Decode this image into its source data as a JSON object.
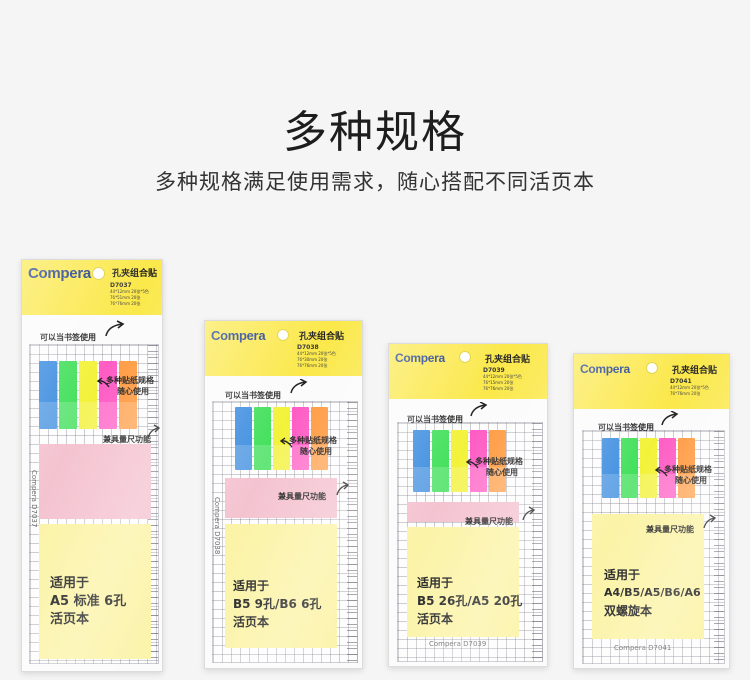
{
  "heading": "多种规格",
  "subheading": "多种规格满足使用需求，随心搭配不同活页本",
  "colors": {
    "blue": "#3f8ee0",
    "green": "#43e05c",
    "yellow": "#f3f23a",
    "pink": "#ff5cc4",
    "orange": "#ff9a40",
    "card": "#fbe84a",
    "pink_note": "#f4c3d0",
    "yellow_note": "#fbf3a6"
  },
  "packs": [
    {
      "brand": "Compera",
      "product": "孔夹组合贴",
      "model": "D7037",
      "spec1": "44*12mm  20张*5色",
      "spec2": "76*51mm  20张",
      "spec3": "76*76mm  20张",
      "bookmark_label": "可以当书签使用",
      "variety_label": "多种贴纸规格",
      "variety_label2": "随心使用",
      "ruler_label": "兼具量尺功能",
      "fit_line1": "适用于",
      "fit_line2": "A5 标准 6孔",
      "fit_line3": "活页本",
      "side_print": "Compera D7037"
    },
    {
      "brand": "Compera",
      "product": "孔夹组合贴",
      "model": "D7038",
      "spec1": "44*12mm  20张*5色",
      "spec2": "76*30mm  20张",
      "spec3": "76*76mm  20张",
      "bookmark_label": "可以当书签使用",
      "variety_label": "多种贴纸规格",
      "variety_label2": "随心使用",
      "ruler_label": "兼具量尺功能",
      "fit_line1": "适用于",
      "fit_line2": "B5 9孔/B6 6孔",
      "fit_line3": "活页本",
      "side_print": "Compera D7038"
    },
    {
      "brand": "Compera",
      "product": "孔夹组合贴",
      "model": "D7039",
      "spec1": "44*12mm  20张*5色",
      "spec2": "76*15mm  20张",
      "spec3": "76*76mm  20张",
      "bookmark_label": "可以当书签使用",
      "variety_label": "多种贴纸规格",
      "variety_label2": "随心使用",
      "ruler_label": "兼具量尺功能",
      "fit_line1": "适用于",
      "fit_line2": "B5 26孔/A5 20孔",
      "fit_line3": "活页本",
      "side_print": "Compera D7039"
    },
    {
      "brand": "Compera",
      "product": "孔夹组合贴",
      "model": "D7041",
      "spec1": "44*12mm  20张*5色",
      "spec2": "76*76mm  20张",
      "bookmark_label": "可以当书签使用",
      "variety_label": "多种贴纸规格",
      "variety_label2": "随心使用",
      "ruler_label": "兼具量尺功能",
      "fit_line1": "适用于",
      "fit_line2": "A4/B5/A5/B6/A6",
      "fit_line3": "双螺旋本",
      "side_print": "Compera D7041"
    }
  ]
}
